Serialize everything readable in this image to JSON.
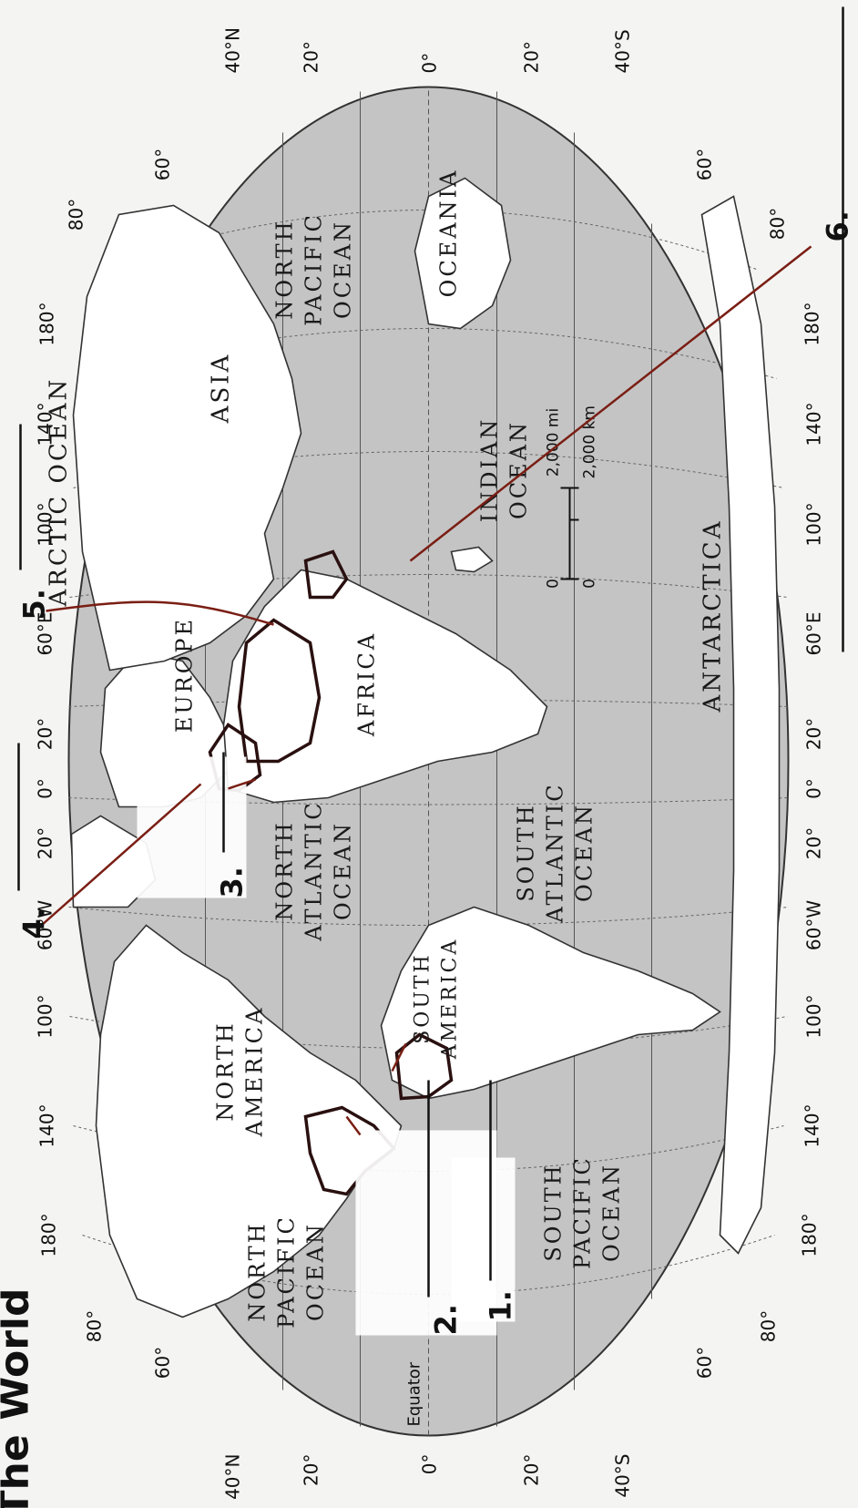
{
  "title": "The World",
  "oceans": {
    "arctic": "ARCTIC OCEAN",
    "north_pacific_east": [
      "NORTH",
      "PACIFIC",
      "OCEAN"
    ],
    "north_pacific_west": [
      "NORTH",
      "PACIFIC",
      "OCEAN"
    ],
    "north_atlantic": [
      "NORTH",
      "ATLANTIC",
      "OCEAN"
    ],
    "south_atlantic": [
      "SOUTH",
      "ATLANTIC",
      "OCEAN"
    ],
    "south_pacific": [
      "SOUTH",
      "PACIFIC",
      "OCEAN"
    ],
    "indian": [
      "INDIAN",
      "OCEAN"
    ]
  },
  "continents": {
    "north_america": [
      "NORTH",
      "AMERICA"
    ],
    "south_america": [
      "SOUTH",
      "AMERICA"
    ],
    "europe": "EUROPE",
    "africa": "AFRICA",
    "asia": "ASIA",
    "oceania": "OCEANIA",
    "antarctica": "ANTARCTICA"
  },
  "latitudes_left": [
    "40°N",
    "20°",
    "0°",
    "20°",
    "40°S"
  ],
  "latitudes_right": [
    "40°N",
    "20°",
    "0°",
    "20°",
    "40°S"
  ],
  "equator_label": "Equator",
  "longitudes_top": [
    "80°",
    "180°",
    "140°",
    "100°",
    "60°W",
    "20°",
    "0°",
    "20°",
    "60°E",
    "100°",
    "140°",
    "180°",
    "80°"
  ],
  "longitudes_bottom": [
    "80°",
    "180°",
    "140°",
    "100°",
    "60°W",
    "20°",
    "0°",
    "20°",
    "60°E",
    "100°",
    "140°",
    "180°",
    "80°"
  ],
  "side_degrees": [
    "60°",
    "60°",
    "60°",
    "60°"
  ],
  "scale": {
    "zero_mi": "0",
    "zero_km": "0",
    "miles": "2,000 mi",
    "km": "2,000 km"
  },
  "blanks": [
    "1.",
    "2.",
    "3.",
    "4.",
    "5.",
    "6."
  ],
  "colors": {
    "ocean": "#c4c4c4",
    "land": "#ffffff",
    "pointer": "#7a1e14",
    "outline": "#2a1010"
  }
}
